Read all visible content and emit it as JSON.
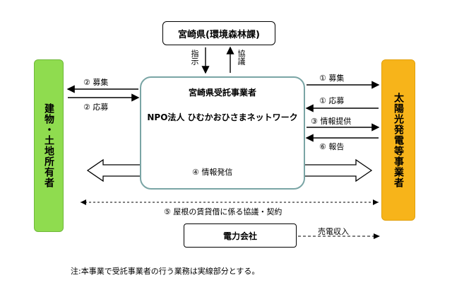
{
  "nodes": {
    "prefecture": "宮崎県(環境森林課)",
    "owners": "建物・土地所有者",
    "solar_operators": "太陽光発電等事業者",
    "contractor_title": "宮崎県受託事業者",
    "contractor_name": "NPO法人 ひむかおひさまネットワーク",
    "power_company": "電力会社"
  },
  "edges": {
    "instruction": "指示",
    "consultation": "協議",
    "left_recruit": "② 募集",
    "left_apply": "② 応募",
    "right_recruit": "① 募集",
    "right_apply": "① 応募",
    "info_provide": "③ 情報提供",
    "report": "⑥ 報告",
    "info_broadcast": "④ 情報発信",
    "lease": "⑤ 屋根の賃貸借に係る協議・契約",
    "power_sale": "売電収入"
  },
  "note": "注:本事業で受託事業者の行う業務は実線部分とする。"
}
